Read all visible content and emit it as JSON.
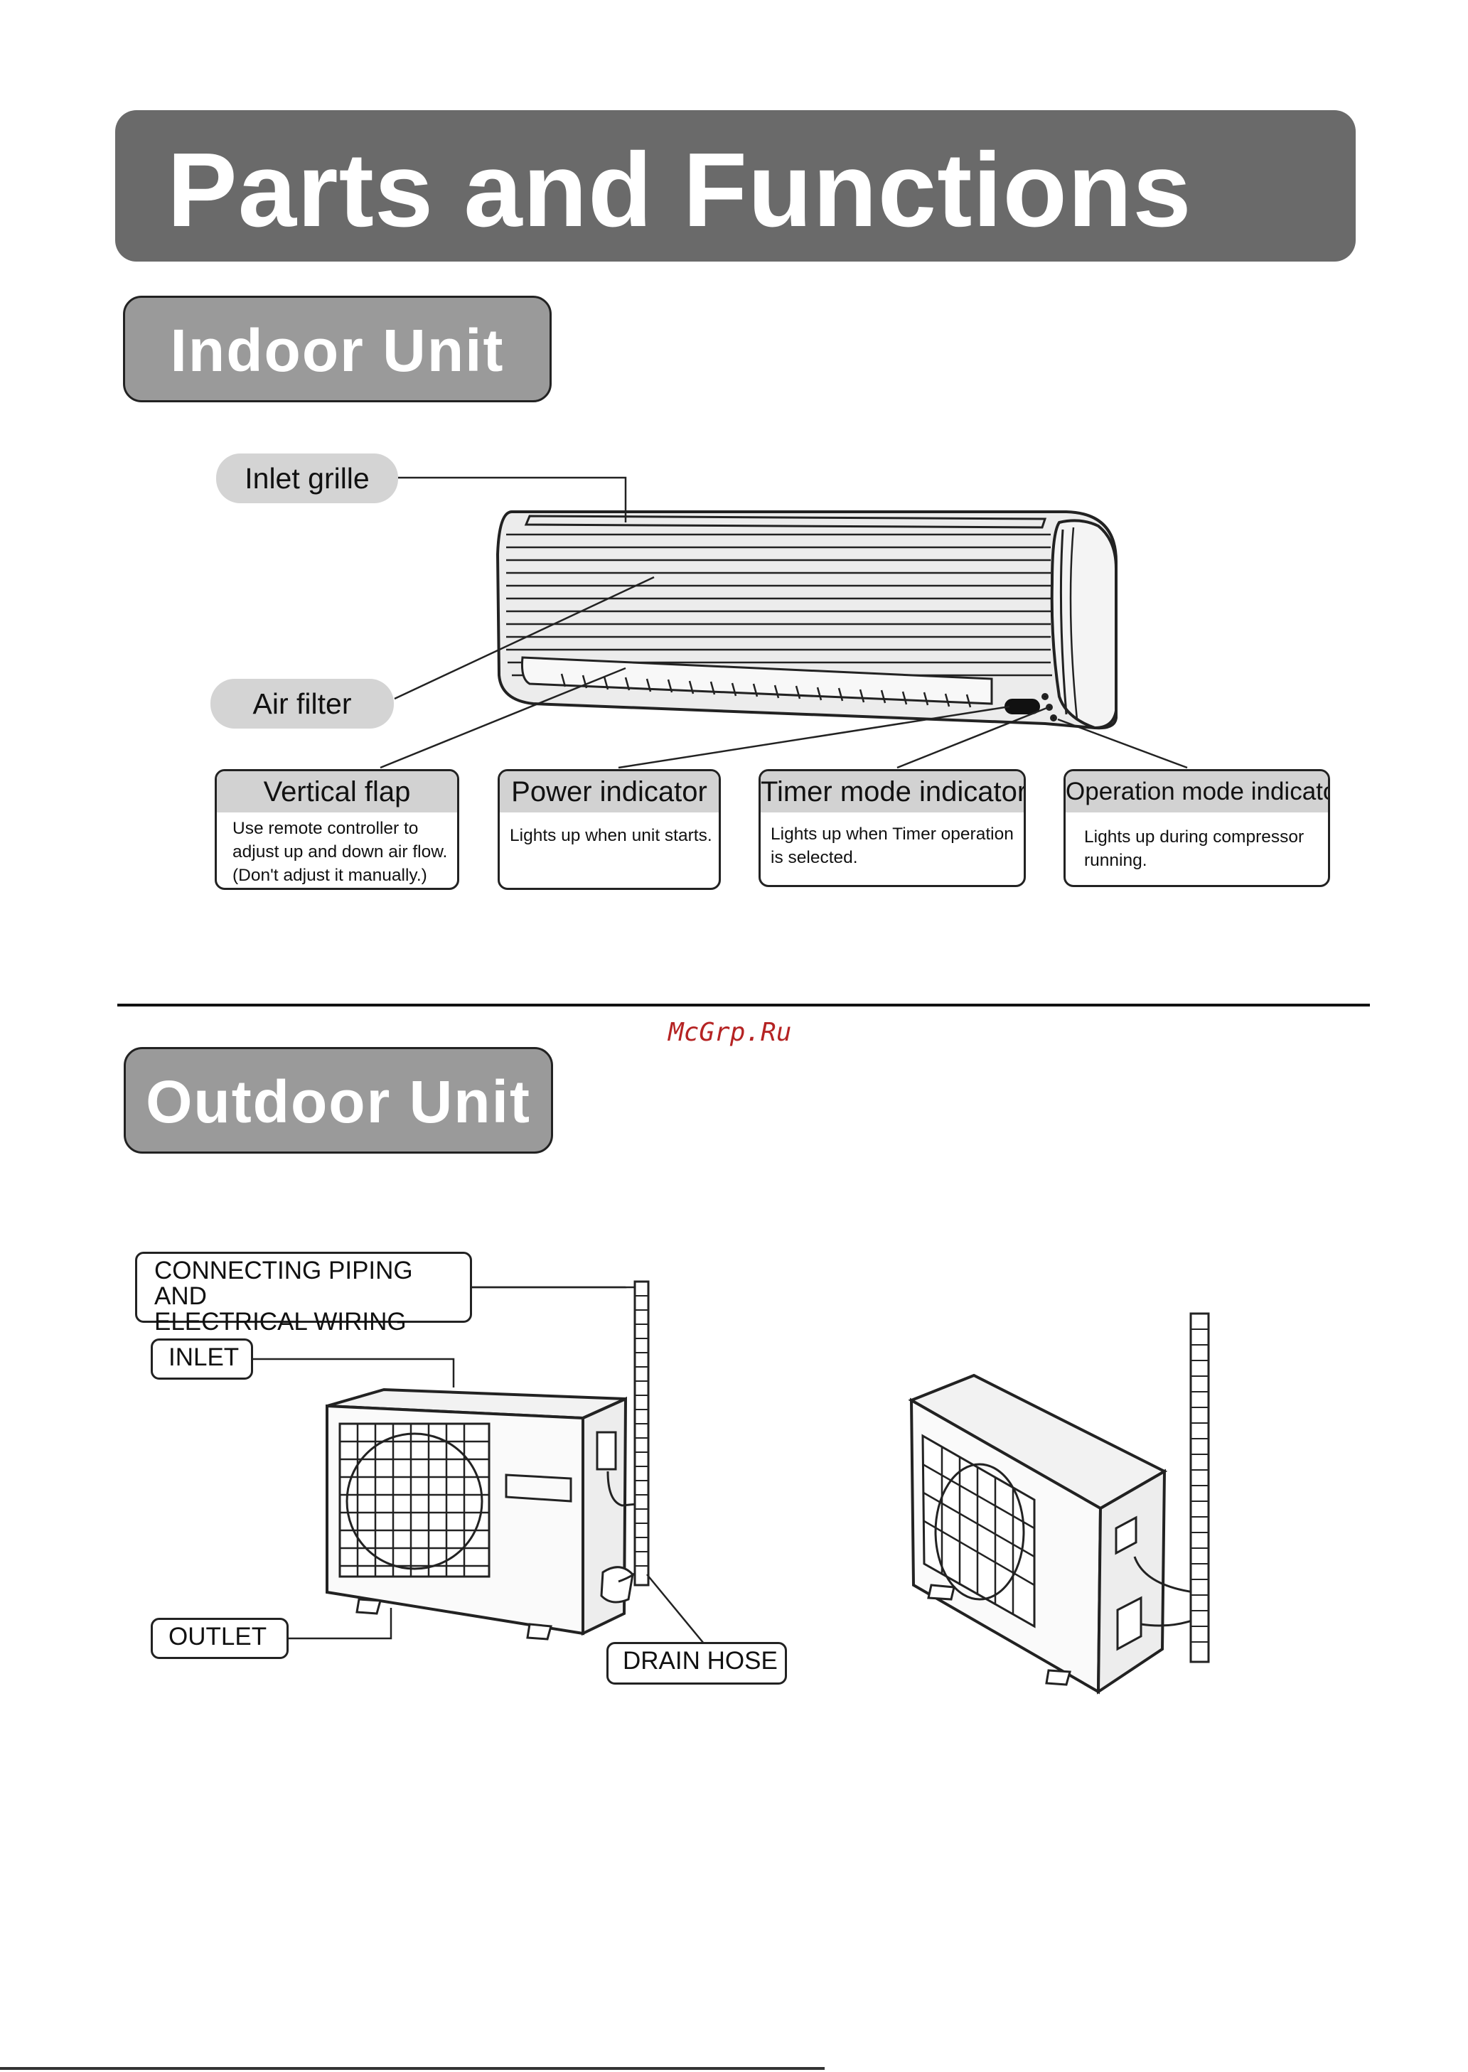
{
  "page_title": "Parts and Functions",
  "watermark": "McGrp.Ru",
  "indoor": {
    "section_title": "Indoor Unit",
    "labels": {
      "inlet_grille": "Inlet grille",
      "air_filter": "Air filter"
    },
    "callouts": [
      {
        "title": "Vertical flap",
        "text": "Use remote controller to\nadjust up and down air flow.\n (Don't adjust it manually.)"
      },
      {
        "title": "Power indicator",
        "text": "Lights up when unit starts."
      },
      {
        "title": "Timer mode indicator",
        "text": "Lights up when Timer operation\nis selected."
      },
      {
        "title": "Operation mode indicator",
        "text": "Lights up during compressor\nrunning."
      }
    ]
  },
  "outdoor": {
    "section_title": "Outdoor Unit",
    "labels": {
      "piping_line1": "CONNECTING PIPING AND",
      "piping_line2": "ELECTRICAL WIRING",
      "inlet": "INLET",
      "outlet": "OUTLET",
      "drain_hose": "DRAIN HOSE"
    }
  }
}
